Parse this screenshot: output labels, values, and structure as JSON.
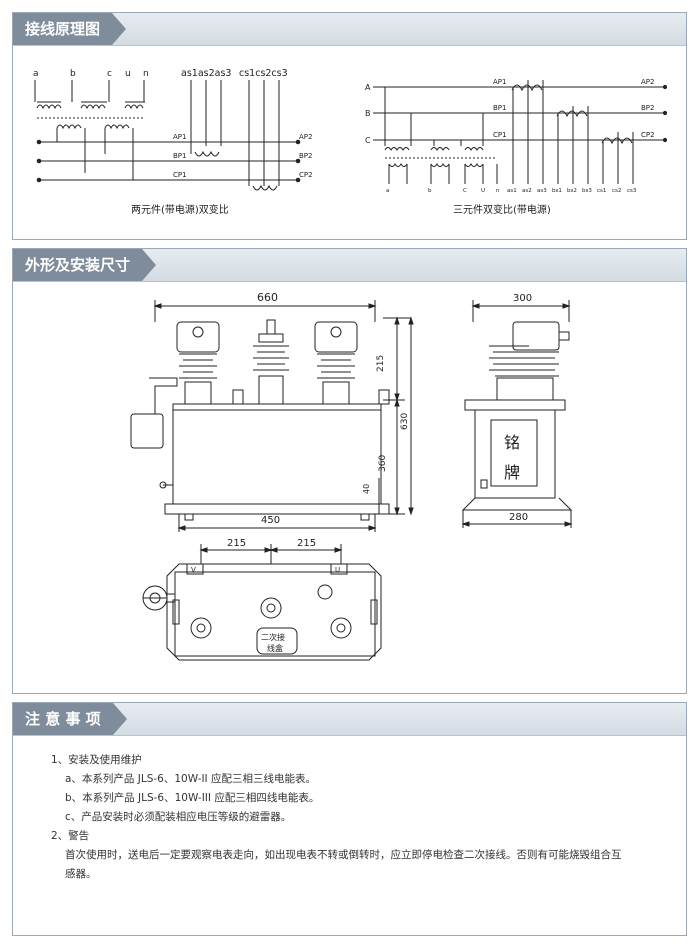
{
  "sections": {
    "wiring": {
      "title": "接线原理图",
      "left_caption": "两元件(带电源)双变比",
      "right_caption": "三元件双变比(带电源)",
      "left_top_labels": [
        "a",
        "b",
        "c",
        "u",
        "n"
      ],
      "left_sec_labels": [
        "as1as2as3",
        "cs1cs2cs3"
      ],
      "left_bus": [
        "AP1",
        "AP2",
        "BP1",
        "BP2",
        "CP1",
        "CP2"
      ],
      "right_phase_labels": [
        "A",
        "B",
        "C"
      ],
      "right_bus": [
        "AP1",
        "AP2",
        "BP1",
        "BP2",
        "CP1",
        "CP2"
      ],
      "right_bottom_labels": [
        "a",
        "b",
        "C",
        "U",
        "n",
        "as1",
        "as2",
        "as3",
        "bs1",
        "bs2",
        "bs3",
        "cs1",
        "cs2",
        "cs3"
      ]
    },
    "dimensions": {
      "title": "外形及安装尺寸",
      "front_width": "660",
      "front_base": "450",
      "h_top": "215",
      "h_total": "630",
      "h_body": "360",
      "h_base": "40",
      "side_width": "300",
      "side_base": "280",
      "nameplate": [
        "铭",
        "牌"
      ],
      "plan_spacing": [
        "215",
        "215"
      ],
      "plan_box": [
        "二次接",
        "线盒"
      ],
      "plan_small": [
        "V",
        "U"
      ]
    },
    "notes": {
      "title": "注 意 事 项",
      "items": [
        "1、安装及使用维护",
        "a、本系列产品 JLS-6、10W-II 应配三相三线电能表。",
        "b、本系列产品 JLS-6、10W-III 应配三相四线电能表。",
        "c、产品安装时必须配装相应电压等级的避雷器。",
        "2、警告",
        "首次使用时，送电后一定要观察电表走向，如出现电表不转或倒转时，应立即停电检查二次接线。否则有可能烧毁组合互",
        "感器。"
      ]
    }
  }
}
